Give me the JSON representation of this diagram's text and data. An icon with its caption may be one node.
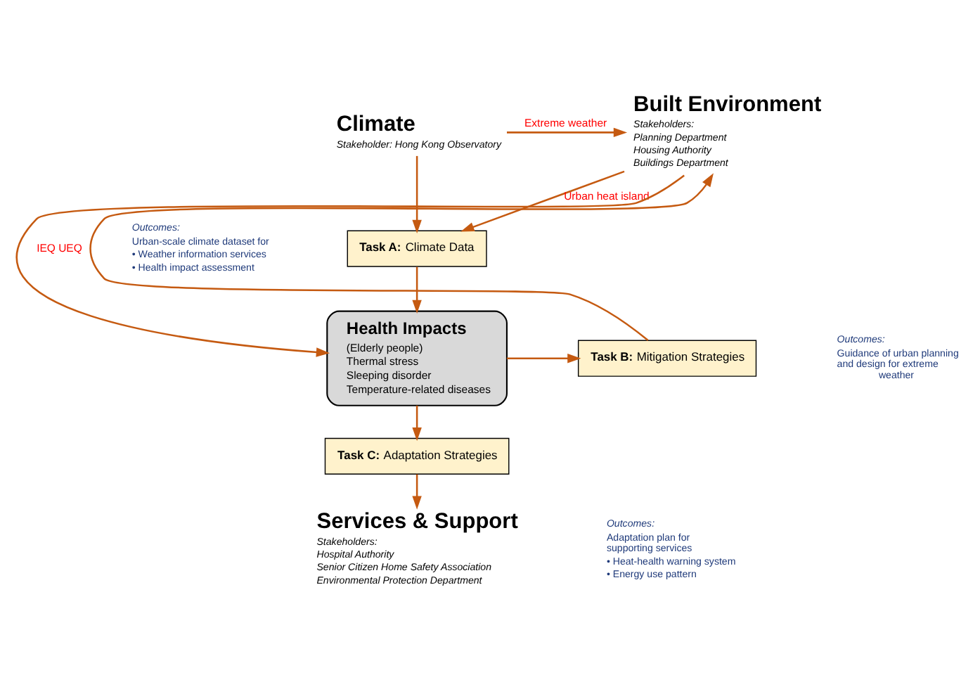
{
  "diagram": {
    "nodes": [
      {
        "text": [
          "Climate"
        ],
        "beside": [
          "Stakeholder: Hong Kong Observatory"
        ]
      },
      {
        "text": [
          "Built Environment"
        ],
        "beside": [
          "Stakeholders:",
          "Planning Department",
          "Housing Authority",
          "Buildings Department"
        ]
      },
      {
        "text": [
          "**Task A:** Climate Data"
        ]
      },
      {
        "text": [
          "Health Impacts",
          "(Elderly people)",
          "Thermal stress",
          "Sleeping disorder",
          "Temperature-related diseases"
        ]
      },
      {
        "text": [
          "**Task B:** Mitigation Strategies"
        ]
      },
      {
        "text": [
          "**Task C:** Adaptation Strategies"
        ]
      },
      {
        "text": [
          "Services & Support"
        ],
        "beside": [
          "Stakeholders:",
          "Hospital Authority",
          "Senior Citizen Home Safety Association",
          "Environmental Protection Department"
        ]
      }
    ],
    "edges": [
      {
        "from": 0,
        "to": 1,
        "arrow": "to",
        "label": "Extreme weather"
      },
      {
        "from": 0,
        "to": 2,
        "arrow": "to"
      },
      {
        "from": 1,
        "to": 2,
        "arrow": "to",
        "label": "Urban heat island"
      },
      {
        "from": 2,
        "to": 3,
        "arrow": "to"
      },
      {
        "from": 1,
        "to": 3,
        "arrow": "to",
        "label": "IEQ UEQ"
      },
      {
        "from": 3,
        "to": 4,
        "arrow": "to"
      },
      {
        "from": 4,
        "to": 1,
        "arrow": "to"
      },
      {
        "from": 3,
        "to": 5,
        "arrow": "to"
      },
      {
        "from": 5,
        "to": 6,
        "arrow": "to"
      }
    ],
    "labels": [
      "Outcomes:",
      "Urban-scale climate dataset for",
      "• Weather information services",
      "• Health impact assessment",
      "Outcomes:",
      "Guidance of urban planning and design for extreme weather",
      "Outcomes:",
      "Adaptation plan for supporting services",
      "• Heat-health warning system",
      "• Energy use pattern"
    ]
  }
}
